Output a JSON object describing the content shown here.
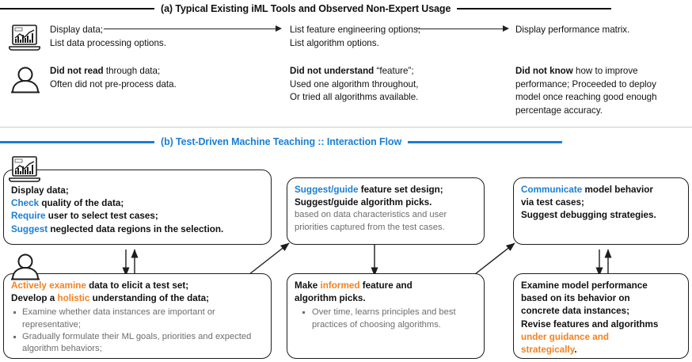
{
  "sections": {
    "a": {
      "title": "(a) Typical Existing iML Tools and Observed Non-Expert Usage",
      "tool_icon": "laptop-chart-icon",
      "user_icon": "person-icon",
      "tool_steps": [
        {
          "l1": "Display data;",
          "l2": "List data processing options."
        },
        {
          "l1": "List feature engineering options;",
          "l2": "List algorithm options."
        },
        {
          "l1": "Display performance matrix.",
          "l2": ""
        }
      ],
      "user_steps": [
        {
          "bold": "Did not read",
          "rest": " through data;",
          "l2": "Often did not pre-process data.",
          "l3": "",
          "l4": ""
        },
        {
          "bold": "Did not understand",
          "rest": " “feature”;",
          "l2": "Used one algorithm throughout,",
          "l3": "Or tried all algorithms available.",
          "l4": ""
        },
        {
          "bold": "Did not know",
          "rest": " how to improve",
          "l2": "performance; Proceeded to deploy",
          "l3": "model once reaching good enough",
          "l4": "percentage accuracy."
        }
      ]
    },
    "b": {
      "title": "(b) Test-Driven Machine Teaching :: Interaction Flow",
      "tool_icon": "laptop-chart-icon",
      "user_icon": "person-icon",
      "system_boxes": [
        {
          "name": "display-data-box",
          "lines": [
            {
              "parts": [
                {
                  "t": "Display data;",
                  "c": "black"
                }
              ]
            },
            {
              "parts": [
                {
                  "t": "Check",
                  "c": "blue"
                },
                {
                  "t": " quality of the data;",
                  "c": "black"
                }
              ]
            },
            {
              "parts": [
                {
                  "t": "Require",
                  "c": "blue"
                },
                {
                  "t": " user to select test cases;",
                  "c": "black"
                }
              ]
            },
            {
              "parts": [
                {
                  "t": "Suggest",
                  "c": "blue"
                },
                {
                  "t": " neglected data regions in the selection.",
                  "c": "black"
                }
              ]
            }
          ],
          "sub": []
        },
        {
          "name": "suggest-feature-box",
          "lines": [
            {
              "parts": [
                {
                  "t": "Suggest/guide",
                  "c": "blue"
                },
                {
                  "t": " feature set design;",
                  "c": "black"
                }
              ]
            },
            {
              "parts": [
                {
                  "t": "Suggest/guide algorithm picks.",
                  "c": "black"
                }
              ]
            }
          ],
          "sub": [
            "based on data characteristics and user",
            "priorities captured from the test cases."
          ]
        },
        {
          "name": "communicate-behavior-box",
          "lines": [
            {
              "parts": [
                {
                  "t": "Communicate",
                  "c": "blue"
                },
                {
                  "t": " model behavior",
                  "c": "black"
                }
              ]
            },
            {
              "parts": [
                {
                  "t": "via test cases;",
                  "c": "black"
                }
              ]
            },
            {
              "parts": [
                {
                  "t": "Suggest debugging strategies.",
                  "c": "black"
                }
              ]
            }
          ],
          "sub": []
        }
      ],
      "user_boxes": [
        {
          "name": "actively-examine-box",
          "lines": [
            {
              "parts": [
                {
                  "t": "Actively examine",
                  "c": "orange"
                },
                {
                  "t": " data to elicit a test set;",
                  "c": "black"
                }
              ]
            },
            {
              "parts": [
                {
                  "t": "Develop a ",
                  "c": "black"
                },
                {
                  "t": "holistic",
                  "c": "orange"
                },
                {
                  "t": " understanding of the data;",
                  "c": "black"
                }
              ]
            }
          ],
          "bullets": [
            "Examine whether data instances are important or representative;",
            "Gradually formulate their ML goals, priorities and expected algorithm behaviors;"
          ]
        },
        {
          "name": "informed-picks-box",
          "lines": [
            {
              "parts": [
                {
                  "t": "Make ",
                  "c": "black"
                },
                {
                  "t": "informed",
                  "c": "orange"
                },
                {
                  "t": " feature and",
                  "c": "black"
                }
              ]
            },
            {
              "parts": [
                {
                  "t": "algorithm picks.",
                  "c": "black"
                }
              ]
            }
          ],
          "bullets": [
            "Over time, learns principles and best practices of choosing algorithms."
          ]
        },
        {
          "name": "examine-performance-box",
          "lines": [
            {
              "parts": [
                {
                  "t": "Examine model performance",
                  "c": "black"
                }
              ]
            },
            {
              "parts": [
                {
                  "t": "based on its behavior on",
                  "c": "black"
                }
              ]
            },
            {
              "parts": [
                {
                  "t": "concrete data instances;",
                  "c": "black"
                }
              ]
            },
            {
              "parts": [
                {
                  "t": "Revise features and algorithms",
                  "c": "black"
                }
              ]
            },
            {
              "parts": [
                {
                  "t": "under guidance and",
                  "c": "orange"
                }
              ]
            },
            {
              "parts": [
                {
                  "t": "strategically",
                  "c": "orange"
                },
                {
                  "t": ".",
                  "c": "black"
                }
              ]
            }
          ],
          "bullets": []
        }
      ]
    }
  },
  "colors": {
    "blue": "#1a7fd4",
    "orange": "#f58220",
    "gray_text": "#6d6d6d",
    "black": "#111111"
  }
}
